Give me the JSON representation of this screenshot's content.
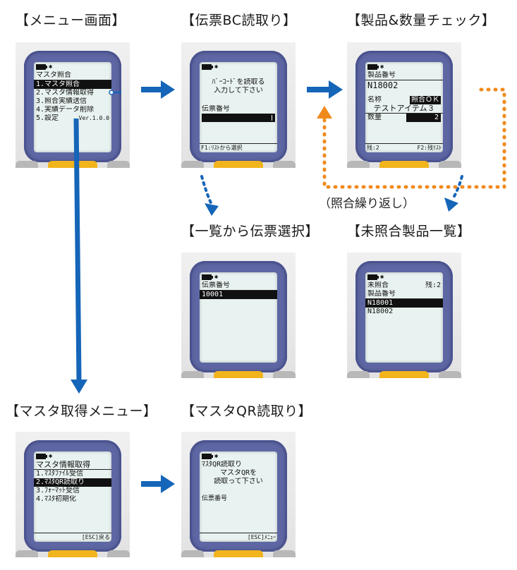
{
  "titles": {
    "menu": "【メニュー画面】",
    "slip_bc": "【伝票BC読取り】",
    "product_qty": "【製品&数量チェック】",
    "list_select": "【一覧から伝票選択】",
    "unmatched": "【未照合製品一覧】",
    "master_menu": "【マスタ取得メニュー】",
    "master_qr": "【マスタQR読取り】"
  },
  "loop_caption": "（照合繰り返し）",
  "colors": {
    "blue_arrow": "#1565b8",
    "orange_loop": "#f08a1c",
    "bezel": "#5e67a4"
  },
  "screens": {
    "menu": {
      "header": "マスタ照合",
      "items": [
        "1.マスタ照合",
        "2.マスタ情報取得",
        "3.照合実績送信",
        "4.実績データ削除",
        "5.設定"
      ],
      "version": "Ver.1.0.0"
    },
    "slip_bc": {
      "line1": "ﾊﾞｰｺｰﾄﾞを読取る",
      "line2": "入力して下さい",
      "label": "伝票番号",
      "footer": "F1:ﾘｽﾄから選択"
    },
    "product_qty": {
      "header": "製品番号",
      "product_no": "N18002",
      "name_label": "名称",
      "match_badge": "照合ＯＫ",
      "name_value": "テストアイテム３",
      "qty_label": "数量",
      "qty_value": "2",
      "remain": "残:2",
      "f2": "F2:残ﾘｽﾄ"
    },
    "list_select": {
      "header": "伝票番号",
      "selected": "10001"
    },
    "unmatched": {
      "header": "未照合",
      "remain": "残:2",
      "sub": "製品番号",
      "items": [
        "N18001",
        "N18002"
      ]
    },
    "master_menu": {
      "header": "マスタ情報取得",
      "items": [
        "1.ﾏｽﾀﾌｧｲﾙ受信",
        "2.ﾏｽﾀQR読取り",
        "3.ﾌｫｰﾏｯﾄ受信",
        "4.ﾏｽﾀ初期化"
      ],
      "footer": "[ESC]戻る"
    },
    "master_qr": {
      "header": "ﾏｽﾀQR読取り",
      "line1": "マスタQRを",
      "line2": "読取って下さい",
      "label": "伝票番号",
      "footer": "[ESC]ﾒﾆｭｰ"
    }
  }
}
